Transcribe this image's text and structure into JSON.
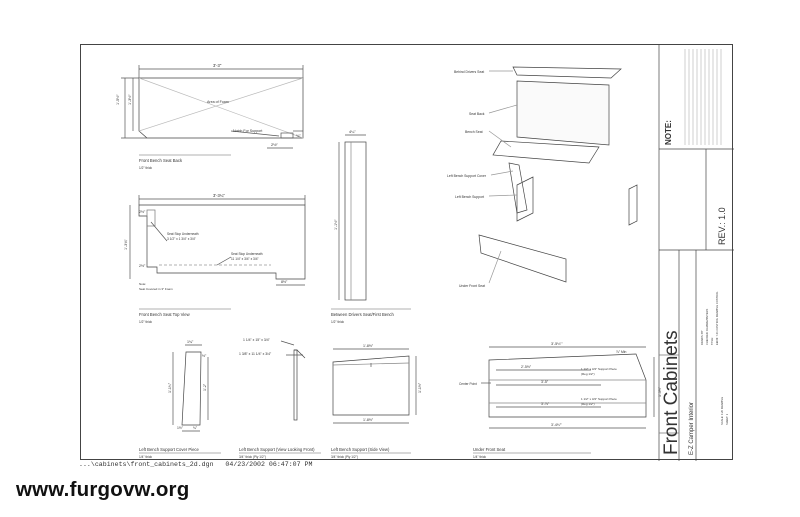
{
  "footer": {
    "path": "...\\cabinets\\front_cabinets_2d.dgn   04/23/2002 06:47:07 PM"
  },
  "watermark": "www.furgovw.org",
  "title_block": {
    "title": "Front Cabinets",
    "subtitle": "E-Z Camper Interior",
    "note_heading": "NOTE:",
    "rev": "REV.: 1.0",
    "small_rows": [
      "DRAWN: BY",
      "CHECKED: RAMIREZPETERS",
      "TITLE:",
      "EEFM: 7.01   CONTROL DRAWING CONTROL",
      "SCALE: 1:20 DRAWING",
      "SHEET: 1"
    ]
  },
  "views": {
    "seat_back": {
      "title": "Front Bench Seat Back",
      "scale": "1/2\" thick",
      "dim_width": "3'-3\"",
      "dim_h1": "1'-5½\"",
      "dim_h2": "1'-3½\"",
      "area_label": "Area of Foam",
      "notch_label": "Notch For Support",
      "dim_notch_w": "2½\"",
      "dim_notch_h": "¾\""
    },
    "seat_top": {
      "title": "Front Bench Seat Top View",
      "scale": "1/2\" thick",
      "dim_width": "3'-3¼\"",
      "dim_h": "1'-3¾\"",
      "dim_tl": "2½\"",
      "dim_bl": "2½\"",
      "dim_br": "8½\"",
      "stop1_a": "Seat Stop Underneath",
      "stop1_b": "3 1/2\" x 1 3/4\" x 3/4\"",
      "stop2_a": "Seat Stop Underneath",
      "stop2_b": "11 1/4\" x 3/4\" x 3/4\"",
      "note_a": "Note:",
      "note_b": "Seat Covered in 3\" Foam"
    },
    "between_seats": {
      "title": "Between Drivers Seat/First Bench",
      "scale": "1/2\" thick",
      "dim_top": "4¼\"",
      "dim_h": "1'-1½\""
    },
    "support_cover": {
      "title": "Left Bench Support Cover Piece",
      "scale": "1/4\" thick",
      "dim_top": "1¾\"",
      "dim_tr": "½\"",
      "dim_left": "1'-1¾\"",
      "dim_right": "1'-2\"",
      "dim_bl": "1½\"",
      "dim_br": "¾\""
    },
    "support_front": {
      "title": "Left Bench Support (View Looking Front)",
      "scale": "3/4\" thick (Ply 1/2\")",
      "label1": "1 1/4\" x 15\" x 3/4\"",
      "label2": "1 3/8\" x 11 1/4\" x 3/4\""
    },
    "support_side": {
      "title": "Left Bench Support (Side View)",
      "scale": "3/4\" thick (Ply 1/2\")",
      "dim_top": "1'-8½\"",
      "dim_bottom": "1'-8½\"",
      "dim_right": "1'-1½\""
    },
    "under_seat": {
      "title": "Under Front Seat",
      "scale": "1/4\" thick",
      "dim_top": "3'-5⅓′\"",
      "dim_mid": "3'-5\"",
      "dim_row1": "2'-5½\"",
      "dim_bottom": "3'-4⅓′\"",
      "dim_mid2": "3'-⅞\"",
      "dim_right": "1'-3½\"",
      "dim_min": "⅞\" Min",
      "support1_a": "1 1/2\" x 3/4\" Support Piece",
      "support1_b": "(Reg 1/2\")",
      "support2_a": "1 1/2\" x 3/4\" Support Piece",
      "support2_b": "(Reg 1/2\")",
      "center_label": "Center Point"
    },
    "exploded": {
      "labels": [
        "Behind Drivers Seat",
        "Seat Back",
        "Bench Seat",
        "Left Bench Support Cover",
        "Left Bench Support",
        "Under Front Seat"
      ]
    }
  }
}
